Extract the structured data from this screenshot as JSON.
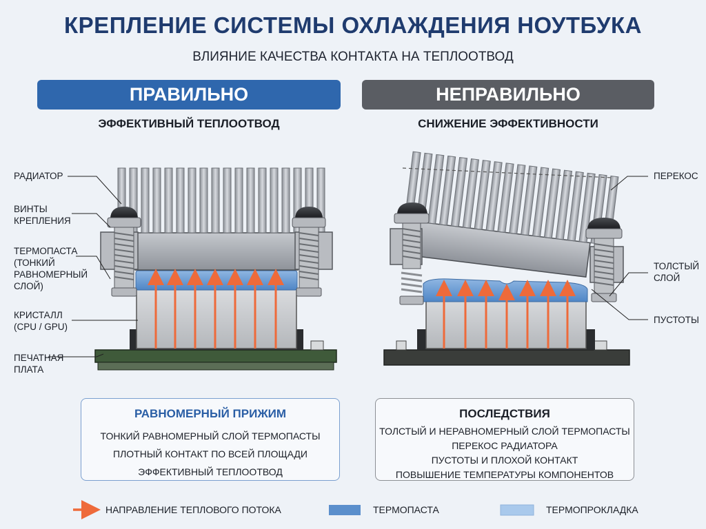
{
  "header": {
    "title": "КРЕПЛЕНИЕ СИСТЕМЫ ОХЛАЖДЕНИЯ НОУТБУКА",
    "subtitle": "ВЛИЯНИЕ КАЧЕСТВА КОНТАКТА НА ТЕПЛООТВОД"
  },
  "correct": {
    "banner": "ПРАВИЛЬНО",
    "caption": "ЭФФЕКТИВНЫЙ ТЕПЛООТВОД",
    "labels": {
      "radiator": "РАДИАТОР",
      "screws": "ВИНТЫ\nКРЕПЛЕНИЯ",
      "paste": "ТЕРМОПАСТА\n(ТОНКИЙ\nРАВНОМЕРНЫЙ\nСЛОЙ)",
      "die": "КРИСТАЛЛ\n(CPU / GPU)",
      "pcb": "ПЕЧАТНАЯ\nПЛАТА"
    },
    "summary": {
      "title": "РАВНОМЕРНЫЙ ПРИЖИМ",
      "lines": [
        "ТОНКИЙ РАВНОМЕРНЫЙ СЛОЙ ТЕРМОПАСТЫ",
        "ПЛОТНЫЙ КОНТАКТ ПО ВСЕЙ ПЛОЩАДИ",
        "ЭФФЕКТИВНЫЙ ТЕПЛООТВОД"
      ]
    }
  },
  "incorrect": {
    "banner": "НЕПРАВИЛЬНО",
    "caption": "СНИЖЕНИЕ ЭФФЕКТИВНОСТИ",
    "labels": {
      "tilt": "ПЕРЕКОС",
      "thick": "ТОЛСТЫЙ\nСЛОЙ",
      "voids": "ПУСТОТЫ"
    },
    "summary": {
      "title": "ПОСЛЕДСТВИЯ",
      "lines": [
        "ТОЛСТЫЙ И НЕРАВНОМЕРНЫЙ СЛОЙ ТЕРМОПАСТЫ",
        "ПЕРЕКОС РАДИАТОРА",
        "ПУСТОТЫ И ПЛОХОЙ КОНТАКТ",
        "ПОВЫШЕНИЕ ТЕМПЕРАТУРЫ КОМПОНЕНТОВ"
      ]
    }
  },
  "legend": {
    "heat_flow": "НАПРАВЛЕНИЕ ТЕПЛОВОГО ПОТОКА",
    "paste": "ТЕРМОПАСТА",
    "pad": "ТЕРМОПРОКЛАДКА"
  },
  "colors": {
    "good": "#2f67ad",
    "bad": "#5a5d63",
    "arrow": "#ee6a3a",
    "paste": "#5b8fcc",
    "pad": "#a9c9ec",
    "pcb": "#3f5a3a"
  }
}
